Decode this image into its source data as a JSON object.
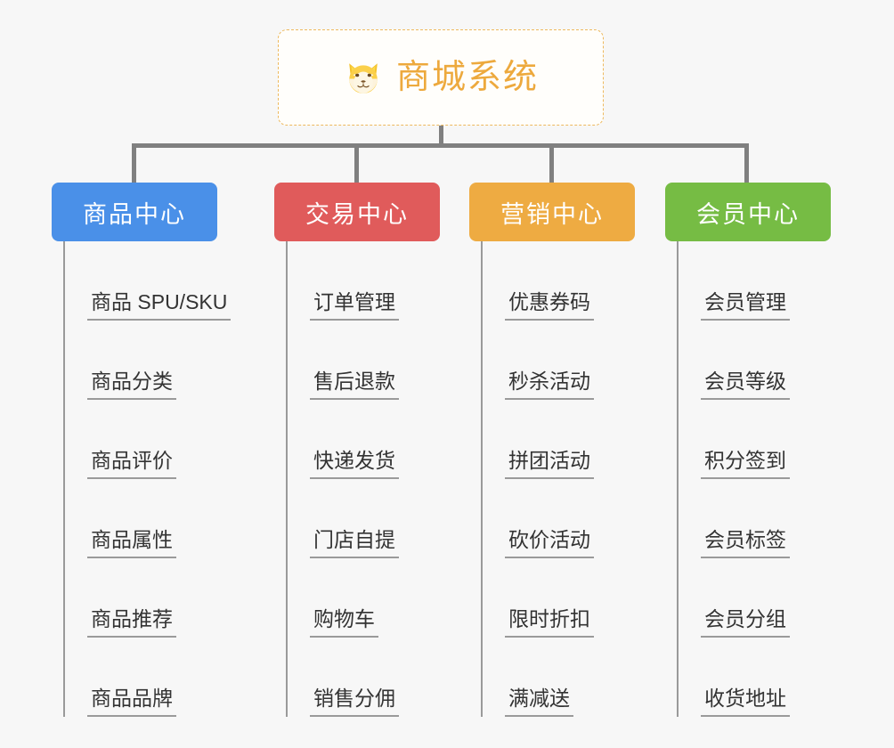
{
  "root": {
    "title": "商城系统",
    "icon": "shiba-dog-emoji",
    "title_color": "#eda93d",
    "border_color": "#edb95e"
  },
  "connector_color": "#808080",
  "branches": [
    {
      "label": "商品中心",
      "color": "#4a90e8",
      "children": [
        {
          "label": "商品 SPU/SKU"
        },
        {
          "label": "商品分类"
        },
        {
          "label": "商品评价"
        },
        {
          "label": "商品属性"
        },
        {
          "label": "商品推荐"
        },
        {
          "label": "商品品牌"
        }
      ]
    },
    {
      "label": "交易中心",
      "color": "#e05b5b",
      "children": [
        {
          "label": "订单管理"
        },
        {
          "label": "售后退款"
        },
        {
          "label": "快递发货"
        },
        {
          "label": "门店自提"
        },
        {
          "label": "购物车"
        },
        {
          "label": "销售分佣"
        }
      ]
    },
    {
      "label": "营销中心",
      "color": "#eeab42",
      "children": [
        {
          "label": "优惠券码"
        },
        {
          "label": "秒杀活动"
        },
        {
          "label": "拼团活动"
        },
        {
          "label": "砍价活动"
        },
        {
          "label": "限时折扣"
        },
        {
          "label": "满减送"
        }
      ]
    },
    {
      "label": "会员中心",
      "color": "#76bc44",
      "children": [
        {
          "label": "会员管理"
        },
        {
          "label": "会员等级"
        },
        {
          "label": "积分签到"
        },
        {
          "label": "会员标签"
        },
        {
          "label": "会员分组"
        },
        {
          "label": "收货地址"
        }
      ]
    }
  ]
}
